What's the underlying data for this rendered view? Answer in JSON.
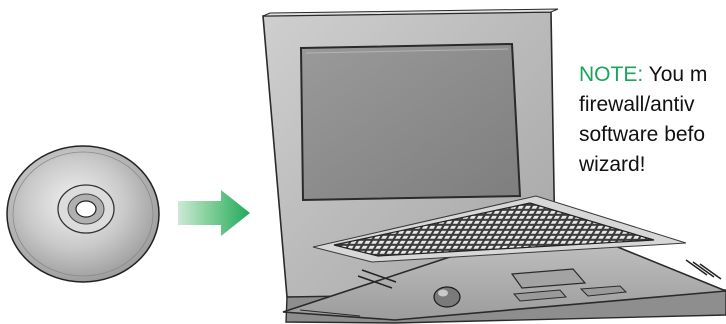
{
  "note": {
    "label": "NOTE:",
    "lines": [
      "You m",
      "firewall/antiv",
      "software befo",
      "wizard!"
    ]
  },
  "colors": {
    "note_label": "#1aa55a",
    "arrow": "#33b56a",
    "laptop_body": "#b5b5b5",
    "laptop_edge": "#2a2a2a"
  },
  "icons": {
    "disc": "cd-disc-icon",
    "arrow": "right-arrow-icon",
    "laptop": "laptop-icon"
  }
}
